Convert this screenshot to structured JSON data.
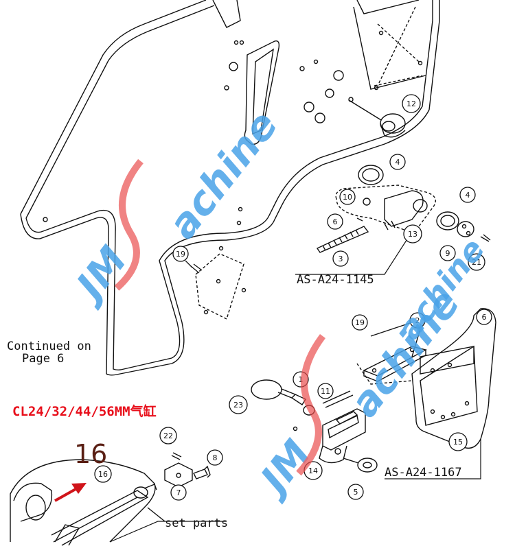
{
  "labels": {
    "continued": [
      "Continued on",
      "Page 6"
    ],
    "assembly_top": "AS-A24-1145",
    "assembly_bottom": "AS-A24-1167",
    "set_parts": "set parts",
    "cylinder_title": "CL24/32/44/56MM气缸",
    "big_number": "16"
  },
  "callouts": {
    "c12": "12",
    "c4a": "4",
    "c10": "10",
    "c4b": "4",
    "c6a": "6",
    "c13": "13",
    "c9": "9",
    "c21": "21",
    "c3": "3",
    "c19a": "19",
    "c19b": "19",
    "c2": "2",
    "c6b": "6",
    "c1": "1",
    "c11": "11",
    "c23": "23",
    "c14": "14",
    "c15": "15",
    "c5": "5",
    "c22": "22",
    "c8": "8",
    "c16": "16",
    "c7": "7"
  },
  "watermark": {
    "letters_a": "JM",
    "letters_b": "achine",
    "color_blue": "#4aa3e8",
    "color_red": "#e84a4a"
  },
  "colors": {
    "line": "#111111",
    "title_red": "#e8101c",
    "arrow_red": "#d0141a",
    "number_brown": "#5a1f14"
  }
}
